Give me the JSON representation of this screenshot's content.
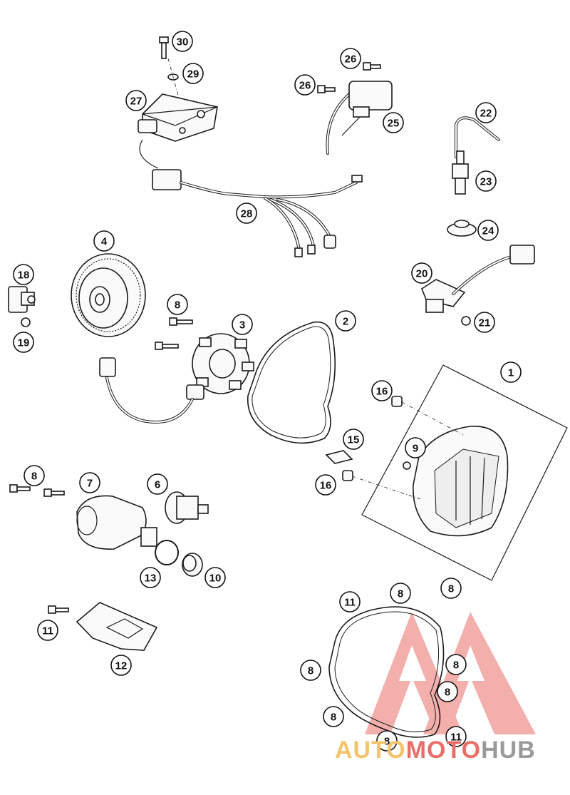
{
  "diagram": {
    "callouts": [
      {
        "label": "30"
      },
      {
        "label": "29"
      },
      {
        "label": "27"
      },
      {
        "label": "26"
      },
      {
        "label": "26"
      },
      {
        "label": "25"
      },
      {
        "label": "22"
      },
      {
        "label": "23"
      },
      {
        "label": "24"
      },
      {
        "label": "28"
      },
      {
        "label": "4"
      },
      {
        "label": "18"
      },
      {
        "label": "19"
      },
      {
        "label": "8"
      },
      {
        "label": "3"
      },
      {
        "label": "2"
      },
      {
        "label": "20"
      },
      {
        "label": "21"
      },
      {
        "label": "1"
      },
      {
        "label": "16"
      },
      {
        "label": "9"
      },
      {
        "label": "15"
      },
      {
        "label": "16"
      },
      {
        "label": "8"
      },
      {
        "label": "7"
      },
      {
        "label": "6"
      },
      {
        "label": "13"
      },
      {
        "label": "10"
      },
      {
        "label": "11"
      },
      {
        "label": "8"
      },
      {
        "label": "8"
      },
      {
        "label": "11"
      },
      {
        "label": "12"
      },
      {
        "label": "8"
      },
      {
        "label": "8"
      },
      {
        "label": "8"
      },
      {
        "label": "8"
      },
      {
        "label": "8"
      },
      {
        "label": "11"
      }
    ]
  },
  "watermark": {
    "part1": "AUTO",
    "part2": "MOTO",
    "part3": "HUB",
    "colors": {
      "auto": "#f4c36b",
      "moto": "#e86f68",
      "hub": "#9a9a9a",
      "triangle": "#e86f68"
    }
  }
}
